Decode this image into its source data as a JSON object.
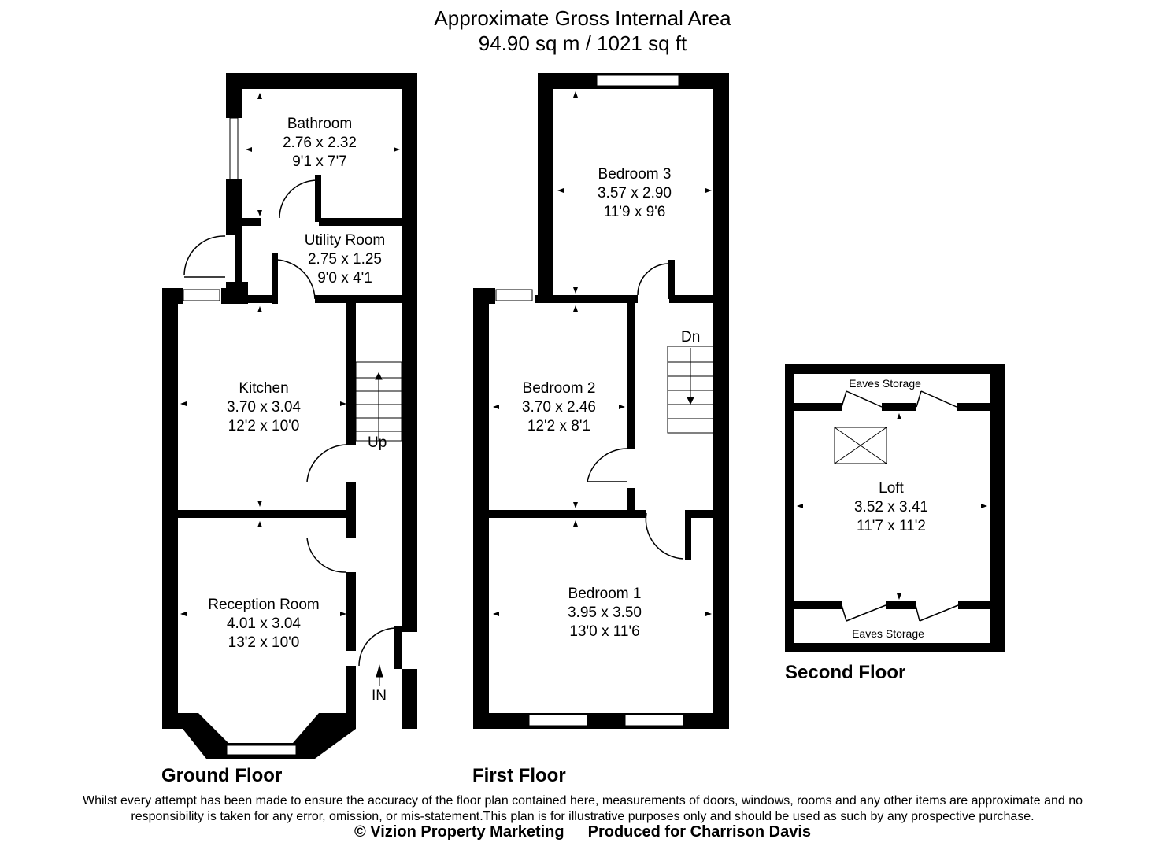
{
  "header": {
    "title": "Approximate Gross Internal Area",
    "area": "94.90 sq m / 1021 sq ft"
  },
  "ground_floor": {
    "label": "Ground Floor",
    "rooms": {
      "bathroom": {
        "name": "Bathroom",
        "metric": "2.76 x 2.32",
        "imperial": "9'1 x 7'7"
      },
      "utility": {
        "name": "Utility Room",
        "metric": "2.75 x 1.25",
        "imperial": "9'0 x 4'1"
      },
      "kitchen": {
        "name": "Kitchen",
        "metric": "3.70 x 3.04",
        "imperial": "12'2 x 10'0"
      },
      "reception": {
        "name": "Reception Room",
        "metric": "4.01 x 3.04",
        "imperial": "13'2 x 10'0"
      }
    },
    "stairs_label": "Up",
    "entrance_label": "IN"
  },
  "first_floor": {
    "label": "First Floor",
    "rooms": {
      "bedroom3": {
        "name": "Bedroom 3",
        "metric": "3.57 x 2.90",
        "imperial": "11'9 x 9'6"
      },
      "bedroom2": {
        "name": "Bedroom 2",
        "metric": "3.70 x 2.46",
        "imperial": "12'2 x 8'1"
      },
      "bedroom1": {
        "name": "Bedroom 1",
        "metric": "3.95 x 3.50",
        "imperial": "13'0 x 11'6"
      }
    },
    "stairs_label": "Dn"
  },
  "second_floor": {
    "label": "Second Floor",
    "rooms": {
      "loft": {
        "name": "Loft",
        "metric": "3.52 x 3.41",
        "imperial": "11'7 x 11'2"
      },
      "eaves_top": {
        "name": "Eaves Storage"
      },
      "eaves_bottom": {
        "name": "Eaves Storage"
      }
    }
  },
  "footer": {
    "disclaimer": "Whilst every attempt has been made to ensure the accuracy of the floor plan contained here, measurements of doors, windows, rooms and any other items are approximate and no responsibility is taken for any error, omission, or mis-statement.This plan is for illustrative purposes only and should be used as such by any prospective purchase.",
    "copyright": "© Vizion Property Marketing",
    "produced_for": "Produced for Charrison Davis"
  },
  "colors": {
    "wall": "#000000",
    "window": "#ffffff",
    "background": "#ffffff"
  }
}
